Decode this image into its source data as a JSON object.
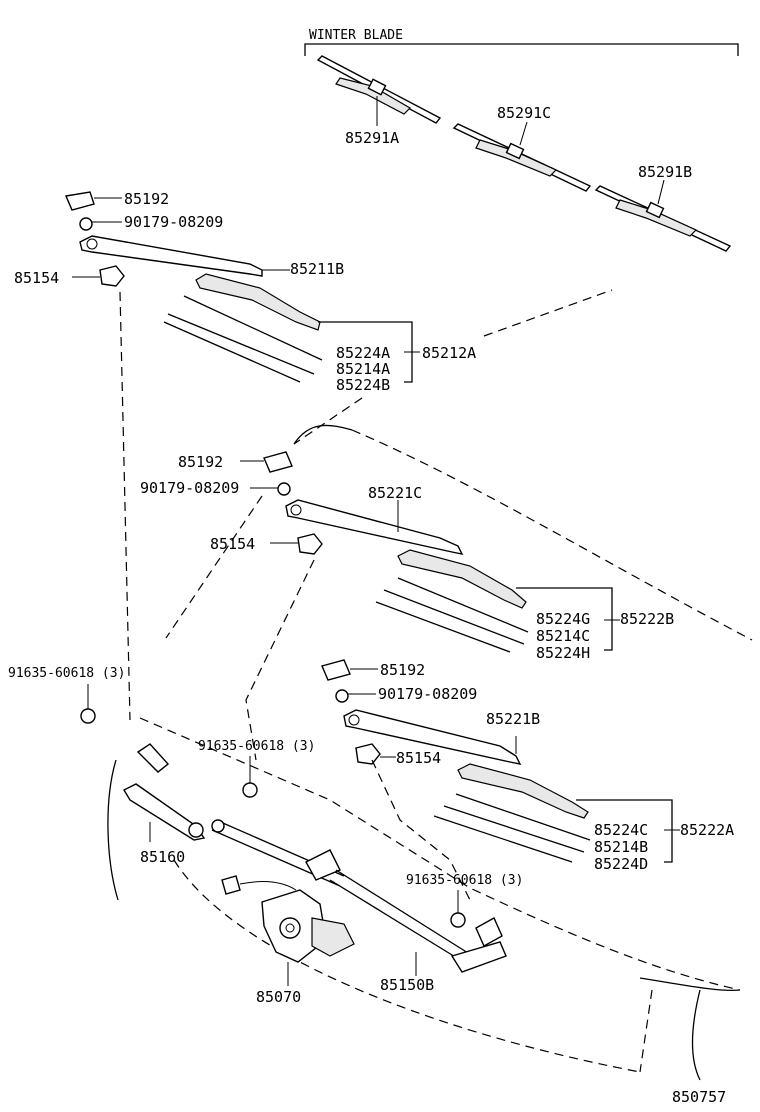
{
  "header": {
    "group_label": "WINTER BLADE"
  },
  "footer": {
    "figure_number": "850757"
  },
  "parts": {
    "blade_a": "85291A",
    "blade_c": "85291C",
    "blade_b": "85291B",
    "cap_1": "85192",
    "nut_1": "90179-08209",
    "arm_1": "85211B",
    "cover_1": "85154",
    "rubber_1": "85224A",
    "blade_1": "85212A",
    "plate_1": "85214A",
    "rubber_1b": "85224B",
    "cap_2": "85192",
    "nut_2": "90179-08209",
    "arm_2": "85221C",
    "cover_2": "85154",
    "rubber_2": "85224G",
    "blade_2": "85222B",
    "plate_2": "85214C",
    "rubber_2b": "85224H",
    "bolt_1": "91635-60618 (3)",
    "cap_3": "85192",
    "nut_3": "90179-08209",
    "arm_3": "85221B",
    "cover_3": "85154",
    "bolt_2": "91635-60618 (3)",
    "rubber_3": "85224C",
    "blade_3": "85222A",
    "plate_3": "85214B",
    "rubber_3b": "85224D",
    "link_1": "85160",
    "bolt_3": "91635-60618 (3)",
    "motor": "85070",
    "link_2": "85150B"
  }
}
